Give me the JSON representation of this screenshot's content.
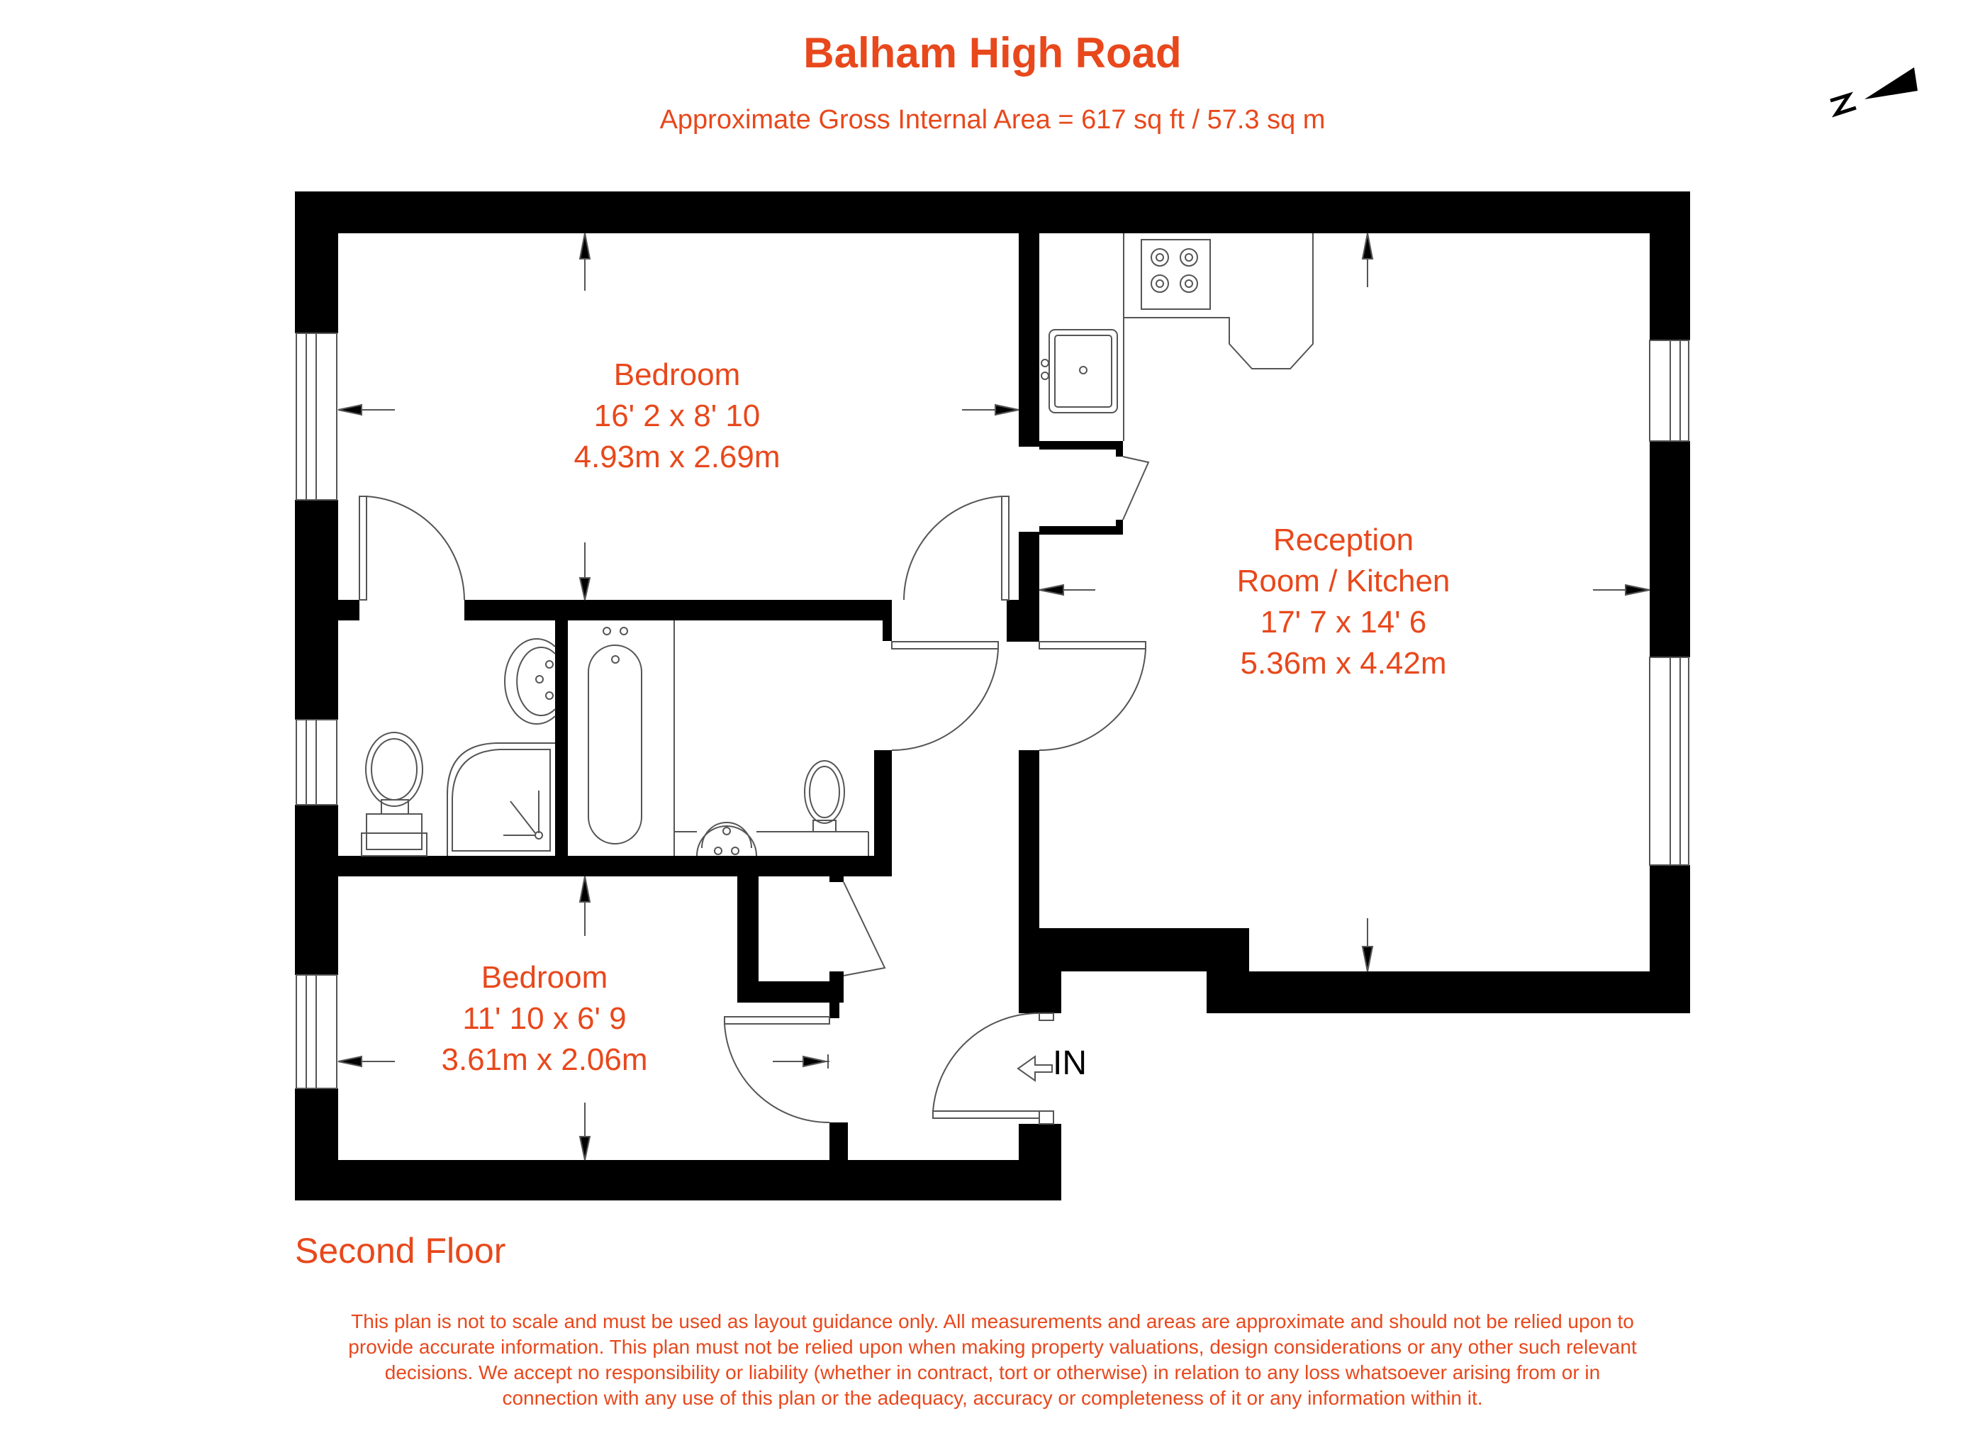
{
  "header": {
    "title": "Balham High Road",
    "subtitle": "Approximate Gross Internal Area = 617 sq ft / 57.3 sq m"
  },
  "compass": {
    "icon": "north-arrow-icon",
    "label": "N"
  },
  "rooms": [
    {
      "name": "Bedroom",
      "imperial": "16' 2 x 8' 10",
      "metric": "4.93m x 2.69m"
    },
    {
      "name_line1": "Reception",
      "name_line2": "Room / Kitchen",
      "imperial": "17' 7 x 14' 6",
      "metric": "5.36m x 4.42m"
    },
    {
      "name": "Bedroom",
      "imperial": "11' 10 x 6' 9",
      "metric": "3.61m x 2.06m"
    }
  ],
  "entrance": {
    "label": "IN",
    "icon": "entrance-arrow-icon"
  },
  "floor_label": "Second Floor",
  "disclaimer": [
    "This plan is not to scale and must be used as layout guidance only. All measurements and areas are approximate and should not be relied upon to",
    "provide accurate information. This plan must not be relied upon when making property valuations, design considerations or any other such relevant",
    "decisions. We accept no responsibility or liability (whether in contract, tort or otherwise) in relation to any loss whatsoever arising from or in",
    "connection with any use of this plan or the adequacy, accuracy or completeness of it or any information within it."
  ],
  "colors": {
    "accent": "#e8481c",
    "wall": "#000000",
    "background": "#ffffff",
    "fixture_line": "#555555"
  }
}
